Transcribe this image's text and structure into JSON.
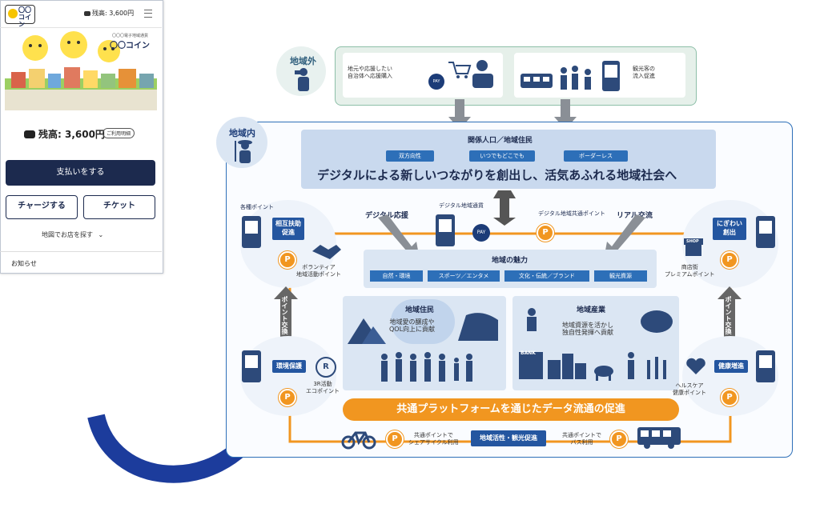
{
  "colors": {
    "navy": "#1c2a4e",
    "blue": "#2d6fb8",
    "lightblue": "#dbe6f3",
    "orange": "#f19620",
    "teal": "#59a7a7"
  },
  "phone": {
    "logo_text": "〇〇\nコイン",
    "balance_top": "残高: 3,600円",
    "hero_sub": "〇〇〇電子地域通貨",
    "hero_title": "〇〇コイン",
    "balance_main": "残高: 3,600円",
    "help_label": "ご利用明細",
    "pay_button": "支払いをする",
    "charge_button": "チャージする",
    "ticket_button": "チケット",
    "map_link": "地図でお店を探す",
    "notice": "お知らせ",
    "icons": [
      "coin-icon",
      "wallet-icon",
      "menu-icon",
      "chevron-down-icon"
    ]
  },
  "outside": {
    "label": "地域外",
    "box1_text": "地元や応援したい\n自治体へ応援購入",
    "box2_text": "観光客の\n流入促進",
    "pay_badge": "PAY"
  },
  "inside": {
    "label": "地域内",
    "top_title": "関係人口／地域住民",
    "pills": [
      "双方向性",
      "いつでもどこでも",
      "ボーダーレス"
    ],
    "headline": "デジタルによる新しいつながりを創出し、活気あふれる地域社会へ",
    "digital_support": "デジタル応援",
    "digital_currency": "デジタル地域通貨",
    "digital_common_point": "デジタル地域共通ポイント",
    "real_exchange": "リアル交流",
    "pay_badge": "PAY",
    "point_symbol": "P",
    "attractions_title": "地域の魅力",
    "attractions": [
      "自然・環境",
      "スポーツ／エンタメ",
      "文化・伝統／ブランド",
      "観光資源"
    ],
    "residents_title": "地域住民",
    "residents_text": "地域愛の醸成や\nQOL向上に貢献",
    "industry_title": "地域産業",
    "industry_text": "地域資源を活かし\n独自性発揮へ貢献",
    "bank_label": "BANK",
    "shop_label": "SHOP",
    "platform": "共通プラットフォームを通じたデータ流通の促進",
    "various_points": "各種ポイント",
    "mutual_aid": "相互扶助\n促進",
    "volunteer_points": "ボランティア\n地域活動ポイント",
    "bustle": "にぎわい\n創出",
    "shopping_points": "商店街\nプレミアムポイント",
    "point_exchange": "ポイント交換",
    "env": "環境保護",
    "eco_points": "3R活動\nエコポイント",
    "health": "健康増進",
    "health_points": "ヘルスケア\n健康ポイント",
    "cycle_text": "共通ポイントで\nシェアサイクル利用",
    "tourism": "地域活性・観光促進",
    "bus_text": "共通ポイントで\nバス利用",
    "r_badge": "R"
  }
}
